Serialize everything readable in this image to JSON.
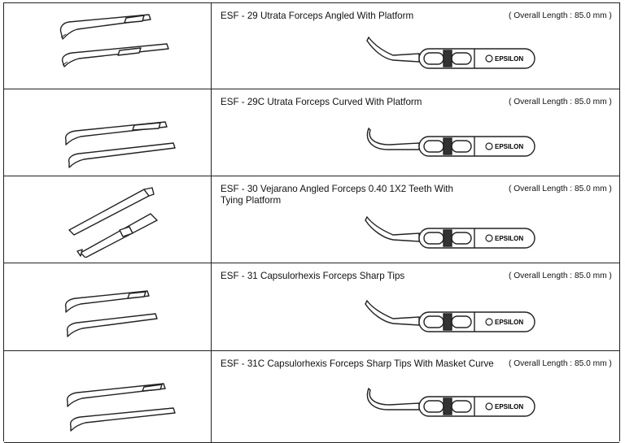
{
  "brand": "EPSILON",
  "products": [
    {
      "code": "ESF - 29",
      "name": "Utrata Forceps Angled With Platform",
      "length": "( Overall Length : 85.0 mm )",
      "tip": "angled"
    },
    {
      "code": "ESF - 29C",
      "name": "Utrata Forceps Curved With Platform",
      "length": "( Overall Length : 85.0 mm )",
      "tip": "curved"
    },
    {
      "code": "ESF - 30",
      "name": "Vejarano Angled Forceps 0.40 1X2 Teeth With\n            Tying Platform",
      "length": "( Overall Length : 85.0 mm )",
      "tip": "angled"
    },
    {
      "code": "ESF - 31",
      "name": "Capsulorhexis Forceps Sharp Tips",
      "length": "( Overall Length : 85.0 mm )",
      "tip": "angled"
    },
    {
      "code": "ESF - 31C",
      "name": "Capsulorhexis Forceps Sharp Tips With Masket Curve",
      "length": "( Overall Length : 85.0 mm )",
      "tip": "curved"
    }
  ]
}
